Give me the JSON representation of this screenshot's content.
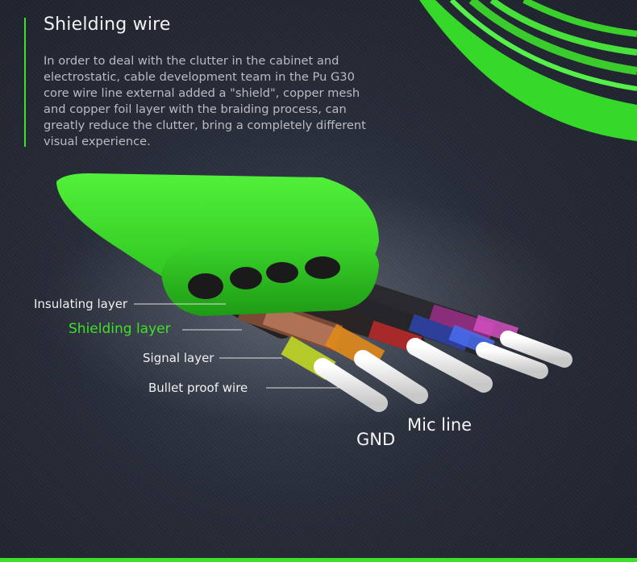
{
  "heading": {
    "title": "Shielding wire",
    "description": "In order to deal with the clutter in the cabinet and electrostatic, cable development team in the Pu G30 core wire line external added a \"shield\", copper mesh and copper foil layer with the braiding process, can greatly reduce the clutter, bring a completely different visual experience."
  },
  "callouts": {
    "insulating": "Insulating layer",
    "shielding": "Shielding layer",
    "signal": "Signal layer",
    "bullet": "Bullet proof wire",
    "mic": "Mic line",
    "gnd": "GND"
  },
  "colors": {
    "accent": "#3fe02a",
    "jacket": "#38d22a",
    "background": "#272c38"
  }
}
